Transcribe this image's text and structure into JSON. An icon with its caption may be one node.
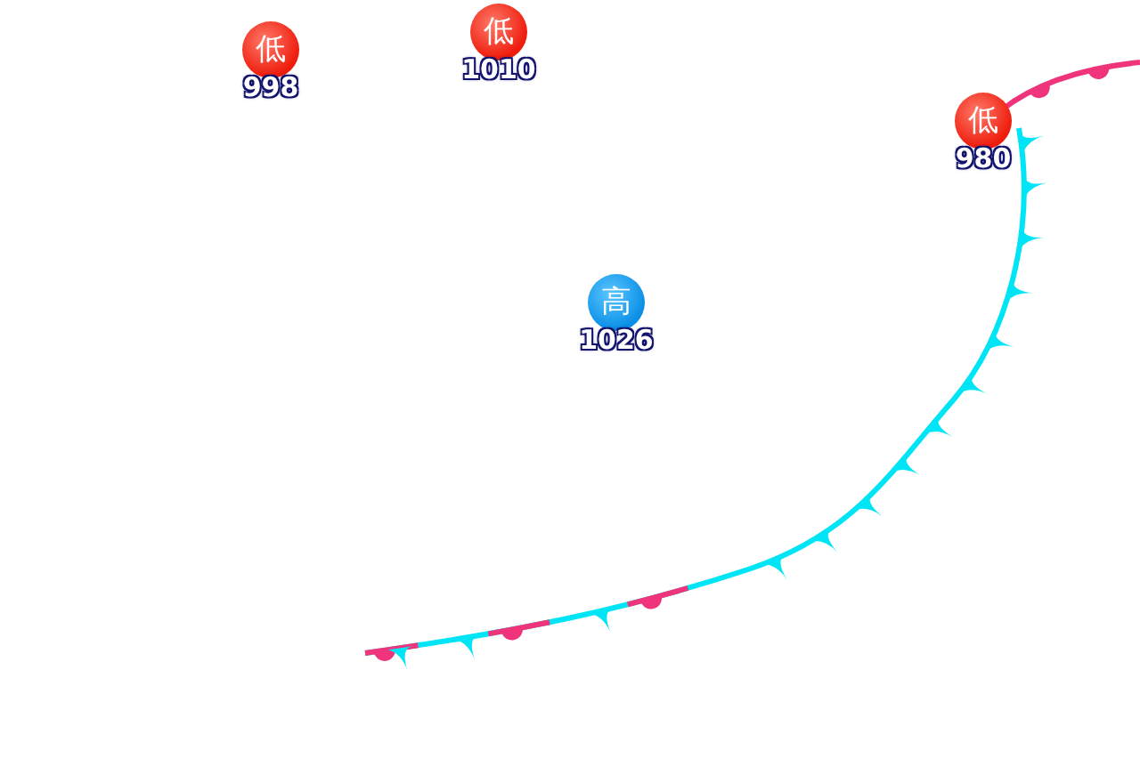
{
  "diagram": {
    "nodes": [
      {
        "text": [
          "低",
          "998"
        ]
      },
      {
        "text": [
          "低",
          "1010"
        ]
      },
      {
        "text": [
          "低",
          "980"
        ]
      },
      {
        "text": [
          "高",
          "1026"
        ]
      }
    ]
  }
}
